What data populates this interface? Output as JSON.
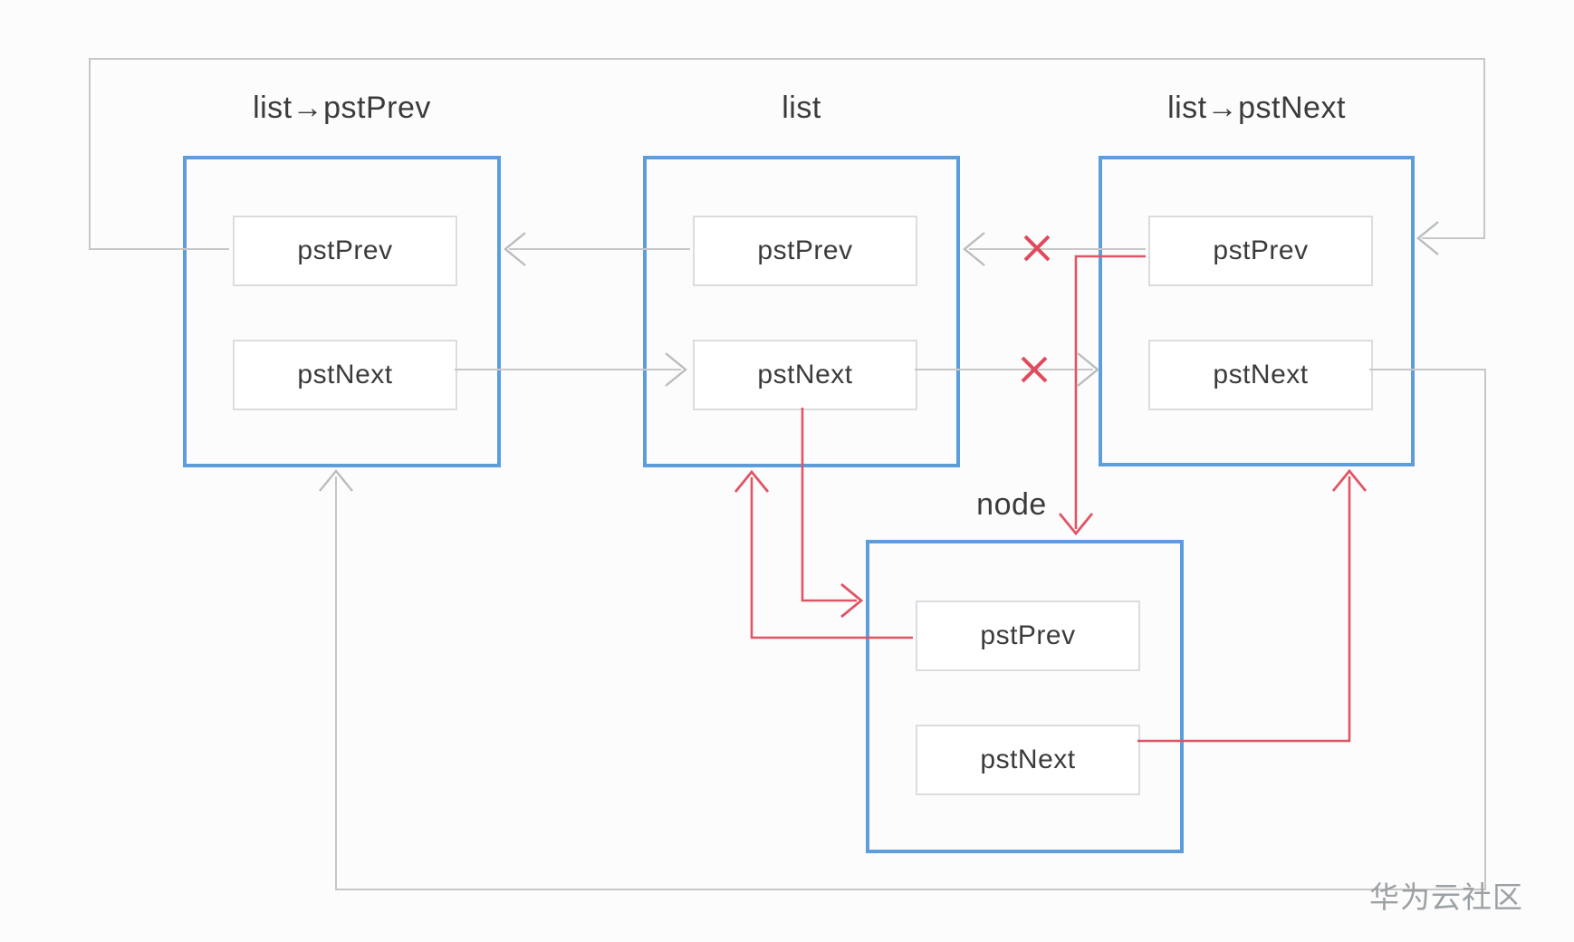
{
  "page": {
    "background": "#fcfcfc",
    "watermark": "华为云社区"
  },
  "colors": {
    "box_border": "#5d9ddb",
    "field_border": "#dadde0",
    "field_bg": "#ffffff",
    "connector_gray": "#c7c7c7",
    "connector_red": "#e05565",
    "label_text": "#3b3b3b",
    "watermark_text": "#9ba1a4"
  },
  "boxes": [
    {
      "key": "list-prev",
      "label": "list→pstPrev",
      "fields": [
        {
          "label": "pstPrev"
        },
        {
          "label": "pstNext"
        }
      ]
    },
    {
      "key": "list",
      "label": "list",
      "fields": [
        {
          "label": "pstPrev"
        },
        {
          "label": "pstNext"
        }
      ]
    },
    {
      "key": "list-next",
      "label": "list→pstNext",
      "fields": [
        {
          "label": "pstPrev"
        },
        {
          "label": "pstNext"
        }
      ]
    },
    {
      "key": "node",
      "label": "node",
      "fields": [
        {
          "label": "pstPrev"
        },
        {
          "label": "pstNext"
        }
      ]
    }
  ],
  "edges": [
    {
      "from": "list.pstPrev",
      "to": "list→pstPrev",
      "color": "gray",
      "crossed_out": false
    },
    {
      "from": "list→pstPrev.pstNext",
      "to": "list",
      "color": "gray",
      "crossed_out": false
    },
    {
      "from": "list→pstNext.pstPrev",
      "to": "list",
      "color": "gray",
      "crossed_out": true
    },
    {
      "from": "list.pstNext",
      "to": "list→pstNext",
      "color": "gray",
      "crossed_out": true
    },
    {
      "from": "list→pstPrev.pstPrev",
      "to": "list→pstNext",
      "color": "gray",
      "crossed_out": false
    },
    {
      "from": "list→pstNext.pstNext",
      "to": "list→pstPrev",
      "color": "gray",
      "crossed_out": false
    },
    {
      "from": "list.pstNext",
      "to": "node",
      "color": "red",
      "crossed_out": false
    },
    {
      "from": "node.pstPrev",
      "to": "list",
      "color": "red",
      "crossed_out": false
    },
    {
      "from": "list→pstNext.pstPrev",
      "to": "node",
      "color": "red",
      "crossed_out": false
    },
    {
      "from": "node.pstNext",
      "to": "list→pstNext",
      "color": "red",
      "crossed_out": false
    }
  ]
}
